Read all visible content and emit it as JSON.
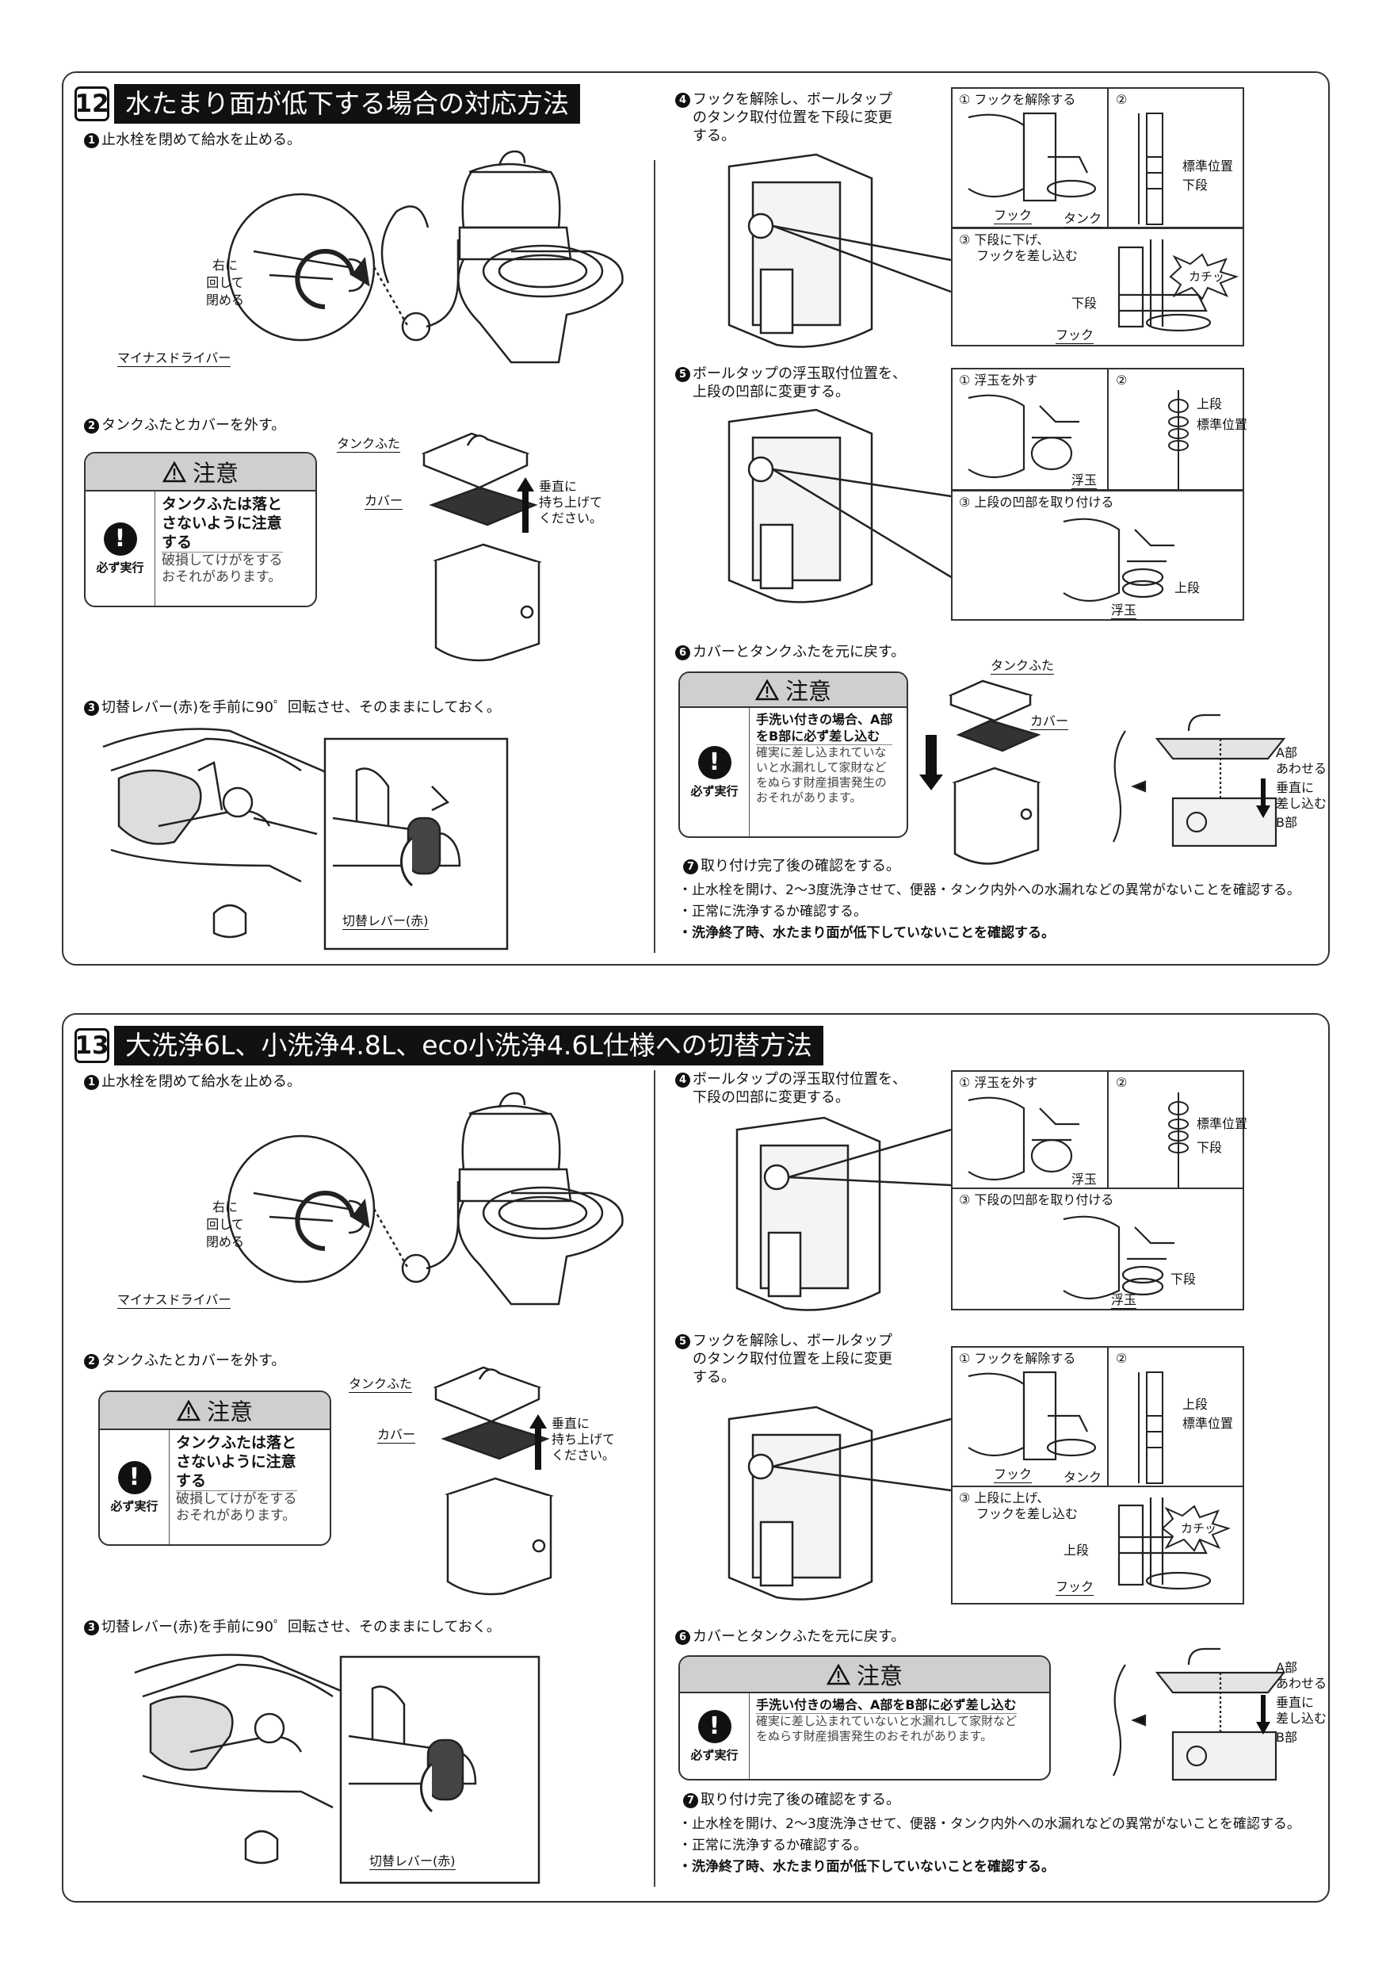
{
  "sections": [
    {
      "number": "12",
      "title": "水たまり面が低下する場合の対応方法",
      "step1": "止水栓を閉めて給水を止める。",
      "step1_turn": [
        "右に",
        "回して",
        "閉める"
      ],
      "step1_driver": "マイナスドライバー",
      "step2": "タンクふたとカバーを外す。",
      "lid": "タンクふた",
      "cover": "カバー",
      "lift": [
        "垂直に",
        "持ち上げて",
        "ください。"
      ],
      "caution_title": "注意",
      "caution_icon": "必ず実行",
      "caution_strong": [
        "タンクふたは落と",
        "さないように注意",
        "する"
      ],
      "caution_light": [
        "破損してけがをする",
        "おそれがあります。"
      ],
      "step3": "切替レバー(赤)を手前に90゜回転させ、そのままにしておく。",
      "lever": "切替レバー(赤)",
      "step4": [
        "フックを解除し、ボールタップ",
        "のタンク取付位置を下段に変更",
        "する。"
      ],
      "s4_p1": "① フックを解除する",
      "s4_p2": "②",
      "s4_p3": [
        "③ 下段に下げ、",
        "フックを差し込む"
      ],
      "s4_hook": "フック",
      "s4_tank": "タンク",
      "s4_std": "標準位置",
      "s4_target": "下段",
      "s4_click": "カチッ",
      "s4_level": "下段",
      "step5": [
        "ボールタップの浮玉取付位置を、",
        "上段の凹部に変更する。"
      ],
      "s5_p1": "① 浮玉を外す",
      "s5_p2": "②",
      "s5_p3": "③ 上段の凹部を取り付ける",
      "s5_float": "浮玉",
      "s5_l1": "上段",
      "s5_l2": "標準位置",
      "s5_level": "上段",
      "step6": "カバーとタンクふたを元に戻す。",
      "c2_title": "注意",
      "c2_icon": "必ず実行",
      "c2_strong": [
        "手洗い付きの場合、A部",
        "をB部に必ず差し込む"
      ],
      "c2_light": [
        "確実に差し込まれていな",
        "いと水漏れして家財など",
        "をぬらす財産損害発生の",
        "おそれがあります。"
      ],
      "s6_lid": "タンクふた",
      "s6_cover": "カバー",
      "a_part": "A部",
      "align": "あわせる",
      "insert": [
        "垂直に",
        "差し込む"
      ],
      "b_part": "B部",
      "step7": "取り付け完了後の確認をする。",
      "final": [
        "・止水栓を開け、2〜3度洗浄させて、便器・タンク内外への水漏れなどの異常がないことを確認する。",
        "・正常に洗浄するか確認する。",
        "・洗浄終了時、水たまり面が低下していないことを確認する。"
      ]
    },
    {
      "number": "13",
      "title": "大洗浄6L、小洗浄4.8L、eco小洗浄4.6L仕様への切替方法",
      "step1": "止水栓を閉めて給水を止める。",
      "step1_turn": [
        "右に",
        "回して",
        "閉める"
      ],
      "step1_driver": "マイナスドライバー",
      "step2": "タンクふたとカバーを外す。",
      "lid": "タンクふた",
      "cover": "カバー",
      "lift": [
        "垂直に",
        "持ち上げて",
        "ください。"
      ],
      "caution_title": "注意",
      "caution_icon": "必ず実行",
      "caution_strong": [
        "タンクふたは落と",
        "さないように注意",
        "する"
      ],
      "caution_light": [
        "破損してけがをする",
        "おそれがあります。"
      ],
      "step3": "切替レバー(赤)を手前に90゜回転させ、そのままにしておく。",
      "lever": "切替レバー(赤)",
      "step4": [
        "ボールタップの浮玉取付位置を、",
        "下段の凹部に変更する。"
      ],
      "s4_p1": "① 浮玉を外す",
      "s4_p2": "②",
      "s4_p3": "③ 下段の凹部を取り付ける",
      "s4_float": "浮玉",
      "s4_l1": "標準位置",
      "s4_l2": "下段",
      "s4_level": "下段",
      "step5": [
        "フックを解除し、ボールタップ",
        "のタンク取付位置を上段に変更",
        "する。"
      ],
      "s5_p1": "① フックを解除する",
      "s5_p2": "②",
      "s5_p3": [
        "③ 上段に上げ、",
        "フックを差し込む"
      ],
      "s5_hook": "フック",
      "s5_tank": "タンク",
      "s5_l1": "上段",
      "s5_l2": "標準位置",
      "s5_click": "カチッ",
      "s5_level": "上段",
      "step6": "カバーとタンクふたを元に戻す。",
      "c2_title": "注意",
      "c2_icon": "必ず実行",
      "c2_strong": [
        "手洗い付きの場合、A部をB部に必ず差し込む"
      ],
      "c2_light": [
        "確実に差し込まれていないと水漏れして家財など",
        "をぬらす財産損害発生のおそれがあります。"
      ],
      "a_part": "A部",
      "align": "あわせる",
      "insert": [
        "垂直に",
        "差し込む"
      ],
      "b_part": "B部",
      "step7": "取り付け完了後の確認をする。",
      "final": [
        "・止水栓を開け、2〜3度洗浄させて、便器・タンク内外への水漏れなどの異常がないことを確認する。",
        "・正常に洗浄するか確認する。",
        "・洗浄終了時、水たまり面が低下していないことを確認する。"
      ]
    }
  ]
}
